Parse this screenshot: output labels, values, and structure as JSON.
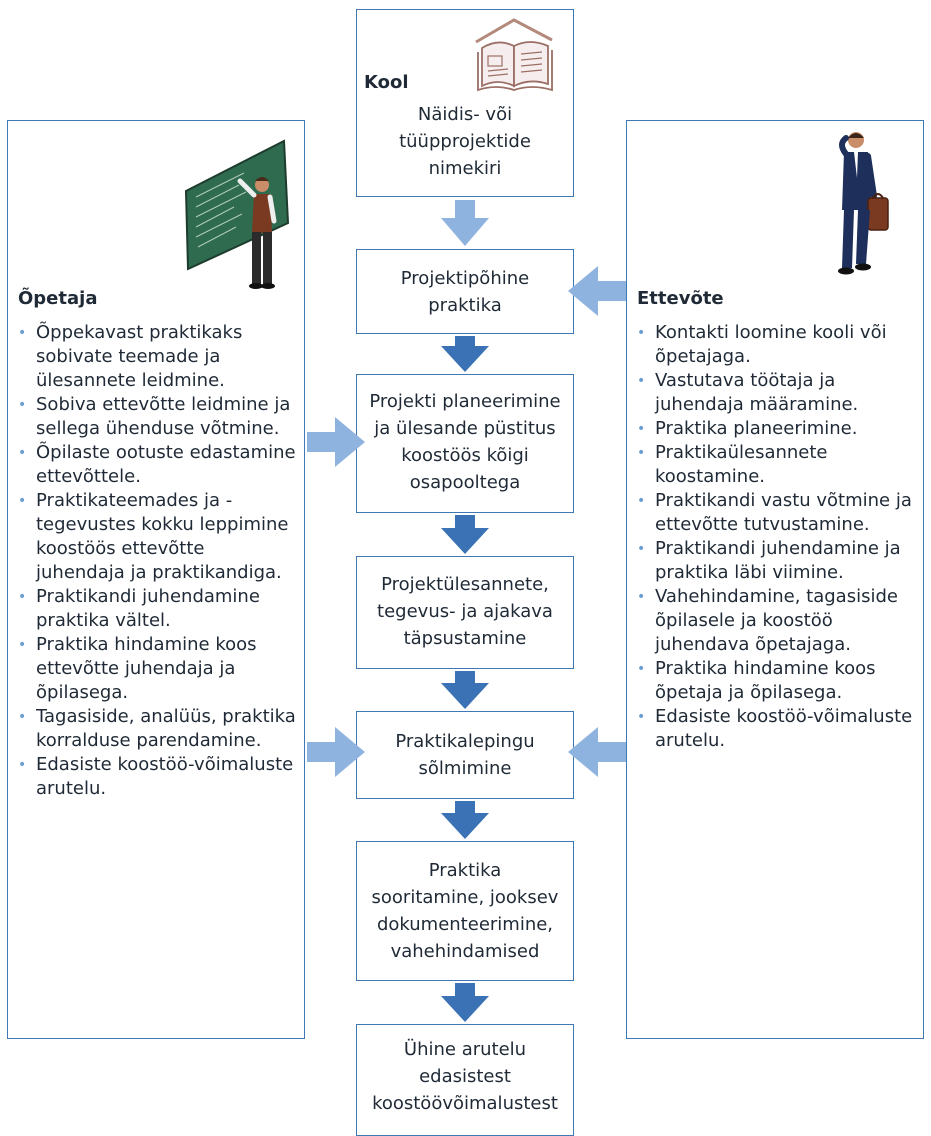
{
  "colors": {
    "border": "#3f78b5",
    "arrow_light": "#8fb3df",
    "arrow_dark": "#3a72b5",
    "bullet": "#6b9dd1"
  },
  "school": {
    "title": "Kool",
    "text": "Näidis- või\ntüüpprojektide\nnimekiri",
    "icon": "open-book-icon"
  },
  "flow": [
    "Projektipõhine\npraktika",
    "Projekti planeerimine\nja ülesande püstitus\nkoostöös kõigi\nosapooltega",
    "Projektülesannete,\ntegevus- ja ajakava\ntäpsustamine",
    "Praktikalepingu\nsõlmimine",
    "Praktika\nsooritamine, jooksev\ndokumenteerimine,\nvahehindamised",
    "Ühine arutelu\nedasistest\nkoostöövõimalustest"
  ],
  "teacher": {
    "title": "Õpetaja",
    "icon": "teacher-at-chalkboard-icon",
    "items": [
      "Õppekavast praktikaks sobivate teemade ja ülesannete leidmine.",
      "Sobiva ettevõtte leidmine ja sellega ühenduse võtmine.",
      "Õpilaste ootuste edastamine ettevõttele.",
      "Praktikateemades ja -tegevustes kokku leppimine koostöös ettevõtte juhendaja ja praktikandiga.",
      "Praktikandi juhendamine praktika vältel.",
      "Praktika hindamine koos ettevõtte juhendaja ja õpilasega.",
      "Tagasiside, analüüs, praktika korralduse parendamine.",
      "Edasiste koostöö-võimaluste arutelu."
    ]
  },
  "company": {
    "title": "Ettevõte",
    "icon": "businessman-icon",
    "items": [
      "Kontakti loomine kooli või õpetajaga.",
      "Vastutava töötaja ja juhendaja määramine.",
      "Praktika planeerimine.",
      "Praktikaülesannete koostamine.",
      "Praktikandi vastu võtmine ja ettevõtte tutvustamine.",
      "Praktikandi juhendamine ja praktika läbi viimine.",
      "Vahehindamine, tagasiside õpilasele ja koostöö juhendava õpetajaga.",
      "Praktika hindamine koos õpetaja ja õpilasega.",
      "Edasiste koostöö-võimaluste arutelu."
    ]
  }
}
